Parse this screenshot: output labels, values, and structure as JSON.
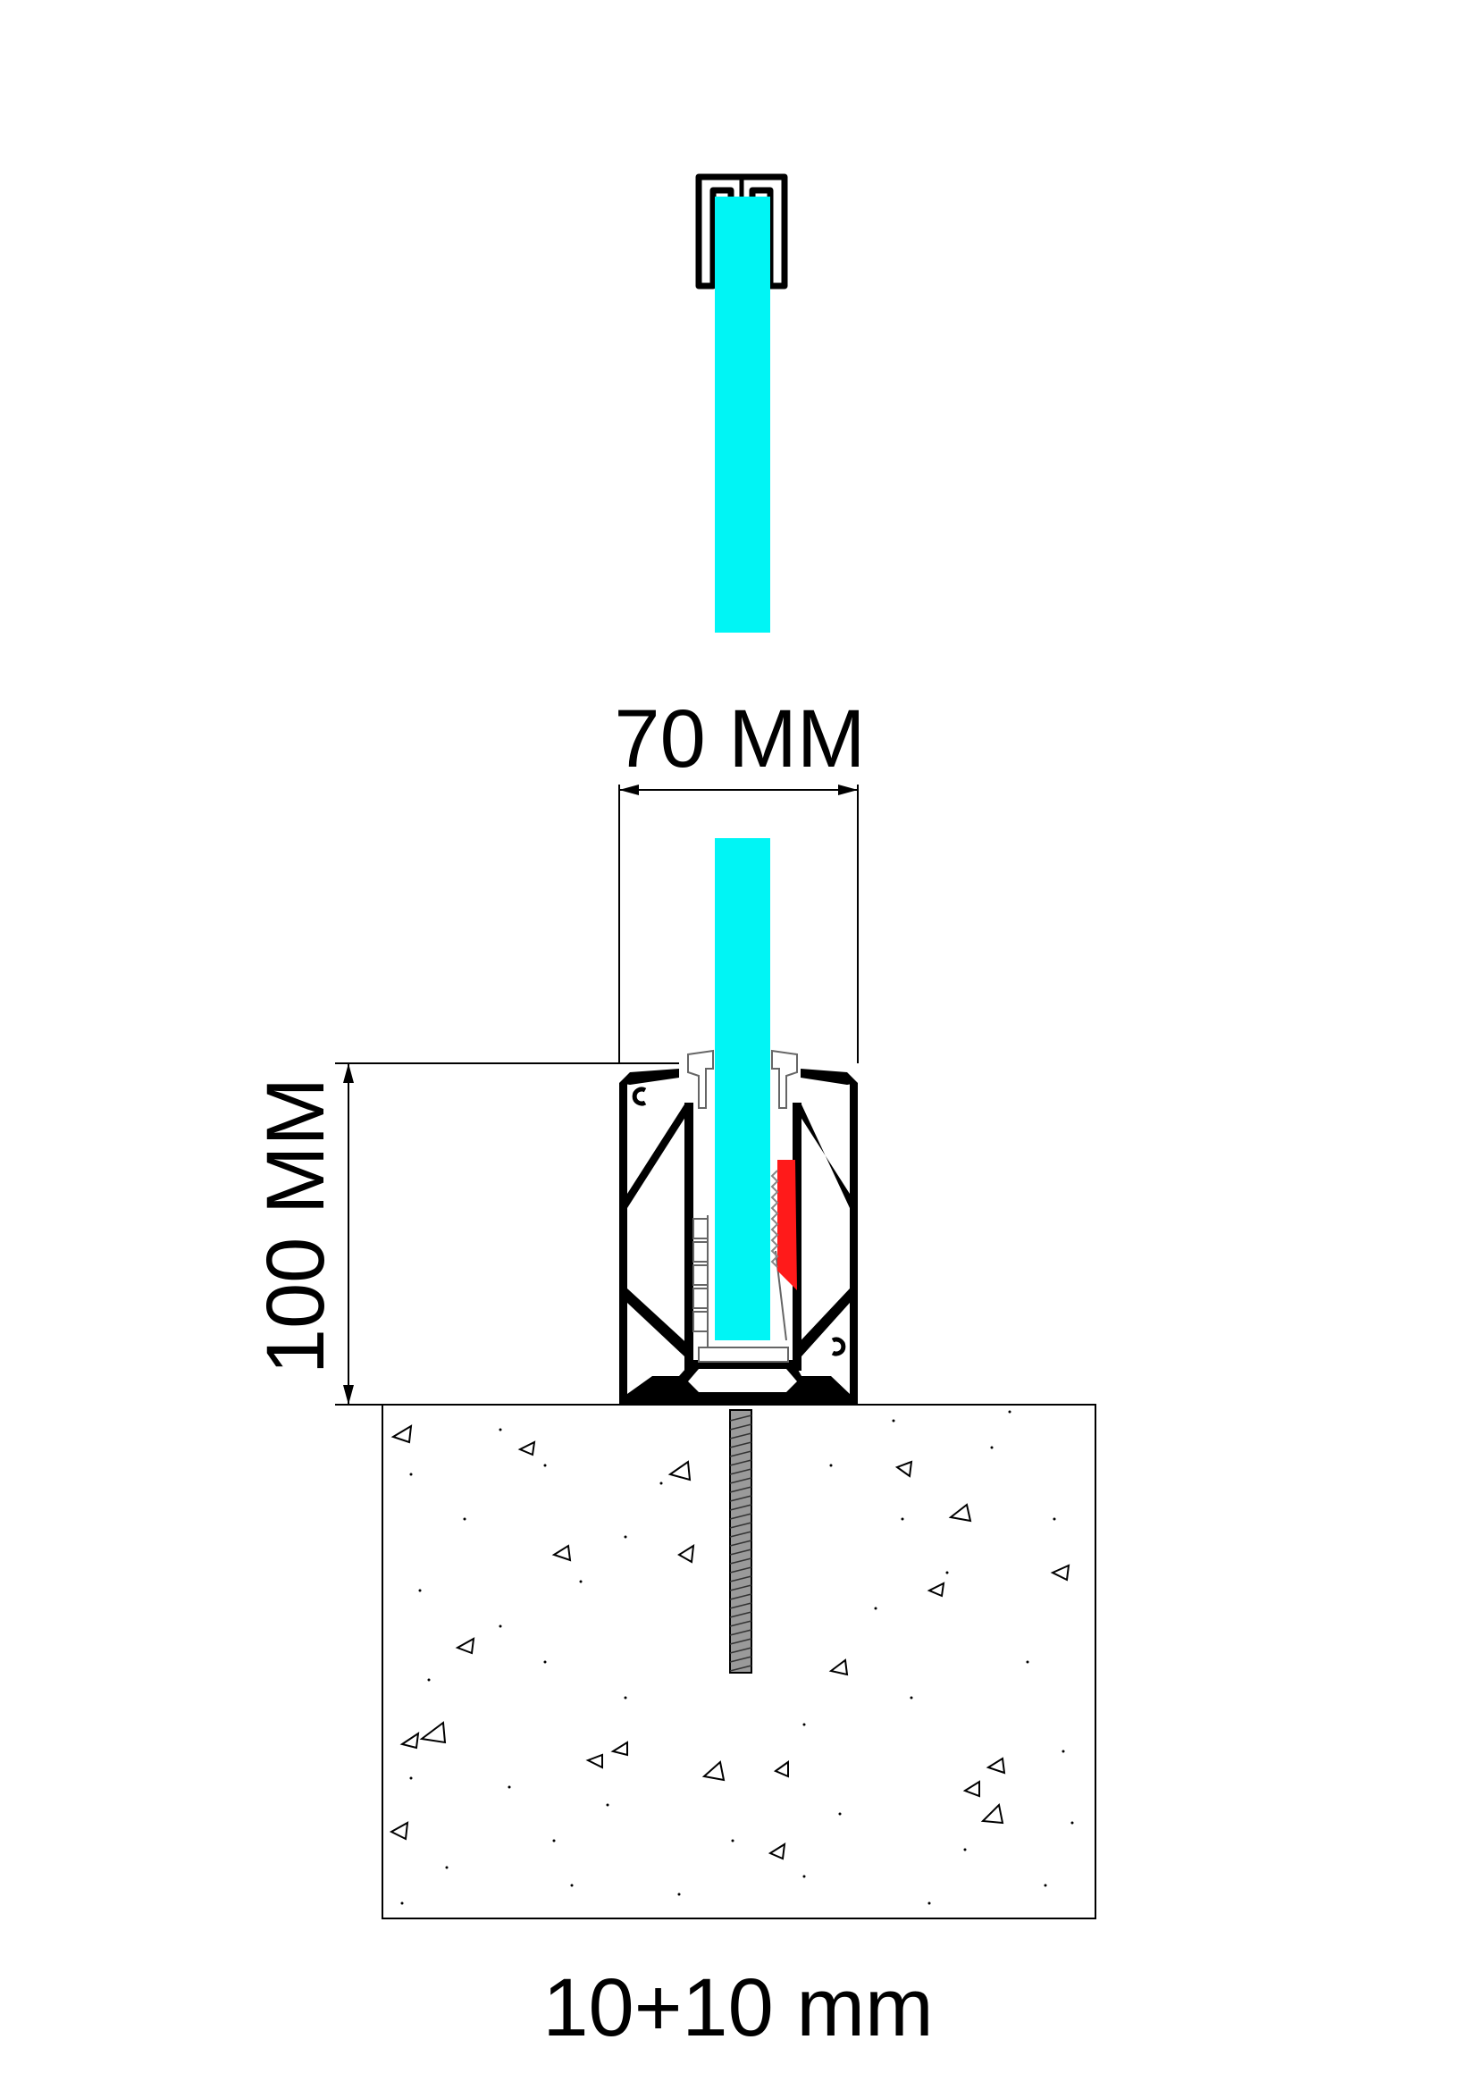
{
  "dimensions": {
    "width_label": "70 MM",
    "height_label": "100 MM",
    "glass_label": "10+10 mm"
  },
  "colors": {
    "glass": "#00F5F5",
    "gasket": "#FF1A1A",
    "profile": "#000000",
    "concrete_outline": "#000000",
    "background": "#FFFFFF"
  },
  "icons": {
    "concrete_aggregate": "triangle-outline",
    "anchor": "threaded-rod"
  }
}
